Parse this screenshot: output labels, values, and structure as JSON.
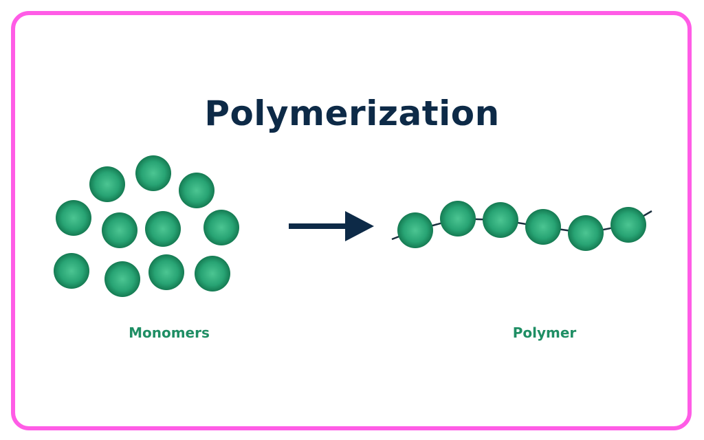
{
  "title": "Polymerization",
  "labels": {
    "monomers": "Monomers",
    "polymer": "Polymer"
  },
  "colors": {
    "frame": "#ff5ce6",
    "title": "#0d2a47",
    "arrow": "#0d2a47",
    "label": "#1f8e64",
    "monomer_fill": "#2aa877",
    "monomer_edge": "#136b48"
  }
}
